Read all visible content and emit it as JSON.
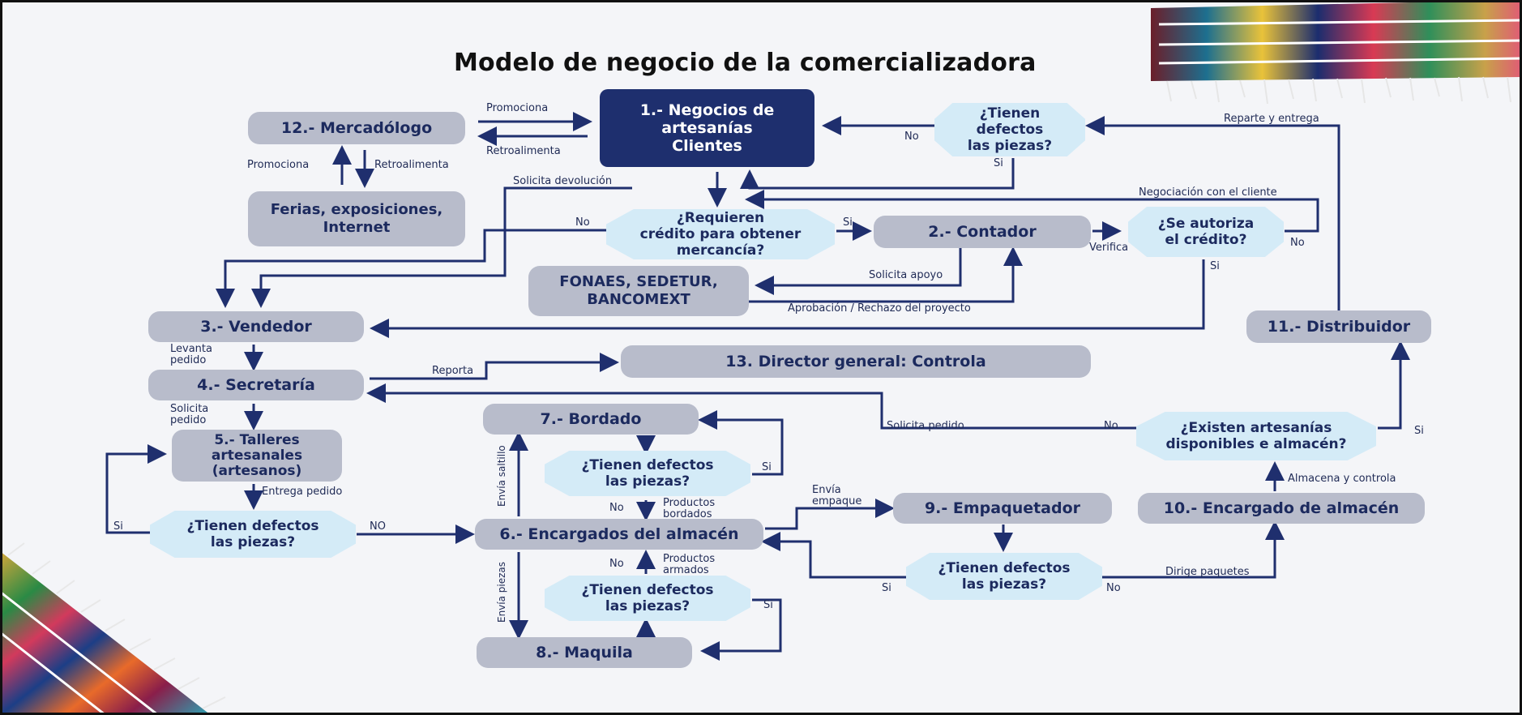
{
  "title": "Modelo de negocio de la comercializadora",
  "nodes": {
    "n1": "1.- Negocios de\nartesanías\nClientes",
    "n12": "12.- Mercadólogo",
    "ferias": "Ferias, exposiciones,\nInternet",
    "q_defectos_top": "¿Tienen\ndefectos\nlas piezas?",
    "q_credito": "¿Requieren\ncrédito para obtener\nmercancía?",
    "n2": "2.- Contador",
    "q_autoriza": "¿Se autoriza\nel crédito?",
    "fonaes": "FONAES, SEDETUR,\nBANCOMEXT",
    "n3": "3.- Vendedor",
    "n11": "11.- Distribuidor",
    "n13": "13. Director general: Controla",
    "n4": "4.- Secretaría",
    "n7": "7.- Bordado",
    "q_defectos_bordado": "¿Tienen defectos\nlas piezas?",
    "q_existen": "¿Existen artesanías\ndisponibles e almacén?",
    "n5": "5.- Talleres\nartesanales\n(artesanos)",
    "n9": "9.- Empaquetador",
    "n10": "10.- Encargado de almacén",
    "q_defectos_talleres": "¿Tienen defectos\nlas piezas?",
    "n6": "6.- Encargados del almacén",
    "q_defectos_maquila": "¿Tienen defectos\nlas piezas?",
    "q_defectos_empaque": "¿Tienen defectos\nlas piezas?",
    "n8": "8.- Maquila"
  },
  "labels": {
    "promociona_top": "Promociona",
    "retroalimenta_top": "Retroalimenta",
    "promociona_side": "Promociona",
    "retroalimenta_side": "Retroalimenta",
    "no_defectos_top": "No",
    "si_defectos_top": "Si",
    "reparte": "Reparte y entrega",
    "solicita_devolucion": "Solicita devolución",
    "negociacion": "Negociación con el cliente",
    "no_credito": "No",
    "si_credito": "Si",
    "verifica": "Verifica",
    "no_autoriza": "No",
    "si_autoriza": "Si",
    "solicita_apoyo": "Solicita apoyo",
    "aprobacion": "Aprobación / Rechazo del proyecto",
    "levanta": "Levanta\npedido",
    "reporta": "Reporta",
    "solicita_pedido_4": "Solicita\npedido",
    "solicita_pedido": "Solicita pedido",
    "no_existen": "No",
    "si_existen": "Si",
    "si_bordado": "Si",
    "no_bordado": "No",
    "productos_bordados": "Productos\nbordados",
    "envia_saltillo": "Envía saltillo",
    "entrega_pedido": "Entrega pedido",
    "si_talleres": "Si",
    "no_talleres": "NO",
    "envia_empaque": "Envía\nempaque",
    "almacena": "Almacena y controla",
    "no_maquila": "No",
    "productos_armados": "Productos\narmados",
    "si_maquila": "Si",
    "envia_piezas": "Envía piezas",
    "si_empaque": "Si",
    "no_empaque": "No",
    "dirige": "Dirige paquetes"
  },
  "colors": {
    "arrow": "#1f2f6e",
    "box": "#b8bccb",
    "box_dark": "#1e2f6e",
    "octagon": "#d4ebf7",
    "text": "#1c2a5e"
  },
  "decorations": [
    "sarape-fabric-top-right",
    "sarape-fabric-bottom-left"
  ]
}
